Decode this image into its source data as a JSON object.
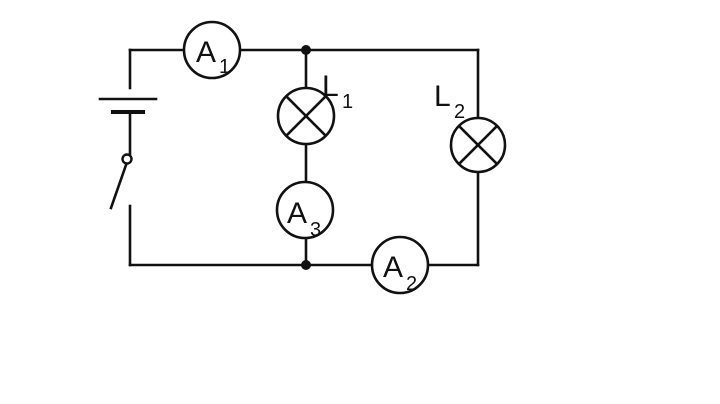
{
  "ammeters": [
    {
      "id": "a1",
      "letter": "A",
      "sub": "1"
    },
    {
      "id": "a2",
      "letter": "A",
      "sub": "2"
    },
    {
      "id": "a3",
      "letter": "A",
      "sub": "3"
    }
  ],
  "lamps": [
    {
      "id": "l1",
      "letter": "L",
      "sub": "1"
    },
    {
      "id": "l2",
      "letter": "L",
      "sub": "2"
    }
  ]
}
